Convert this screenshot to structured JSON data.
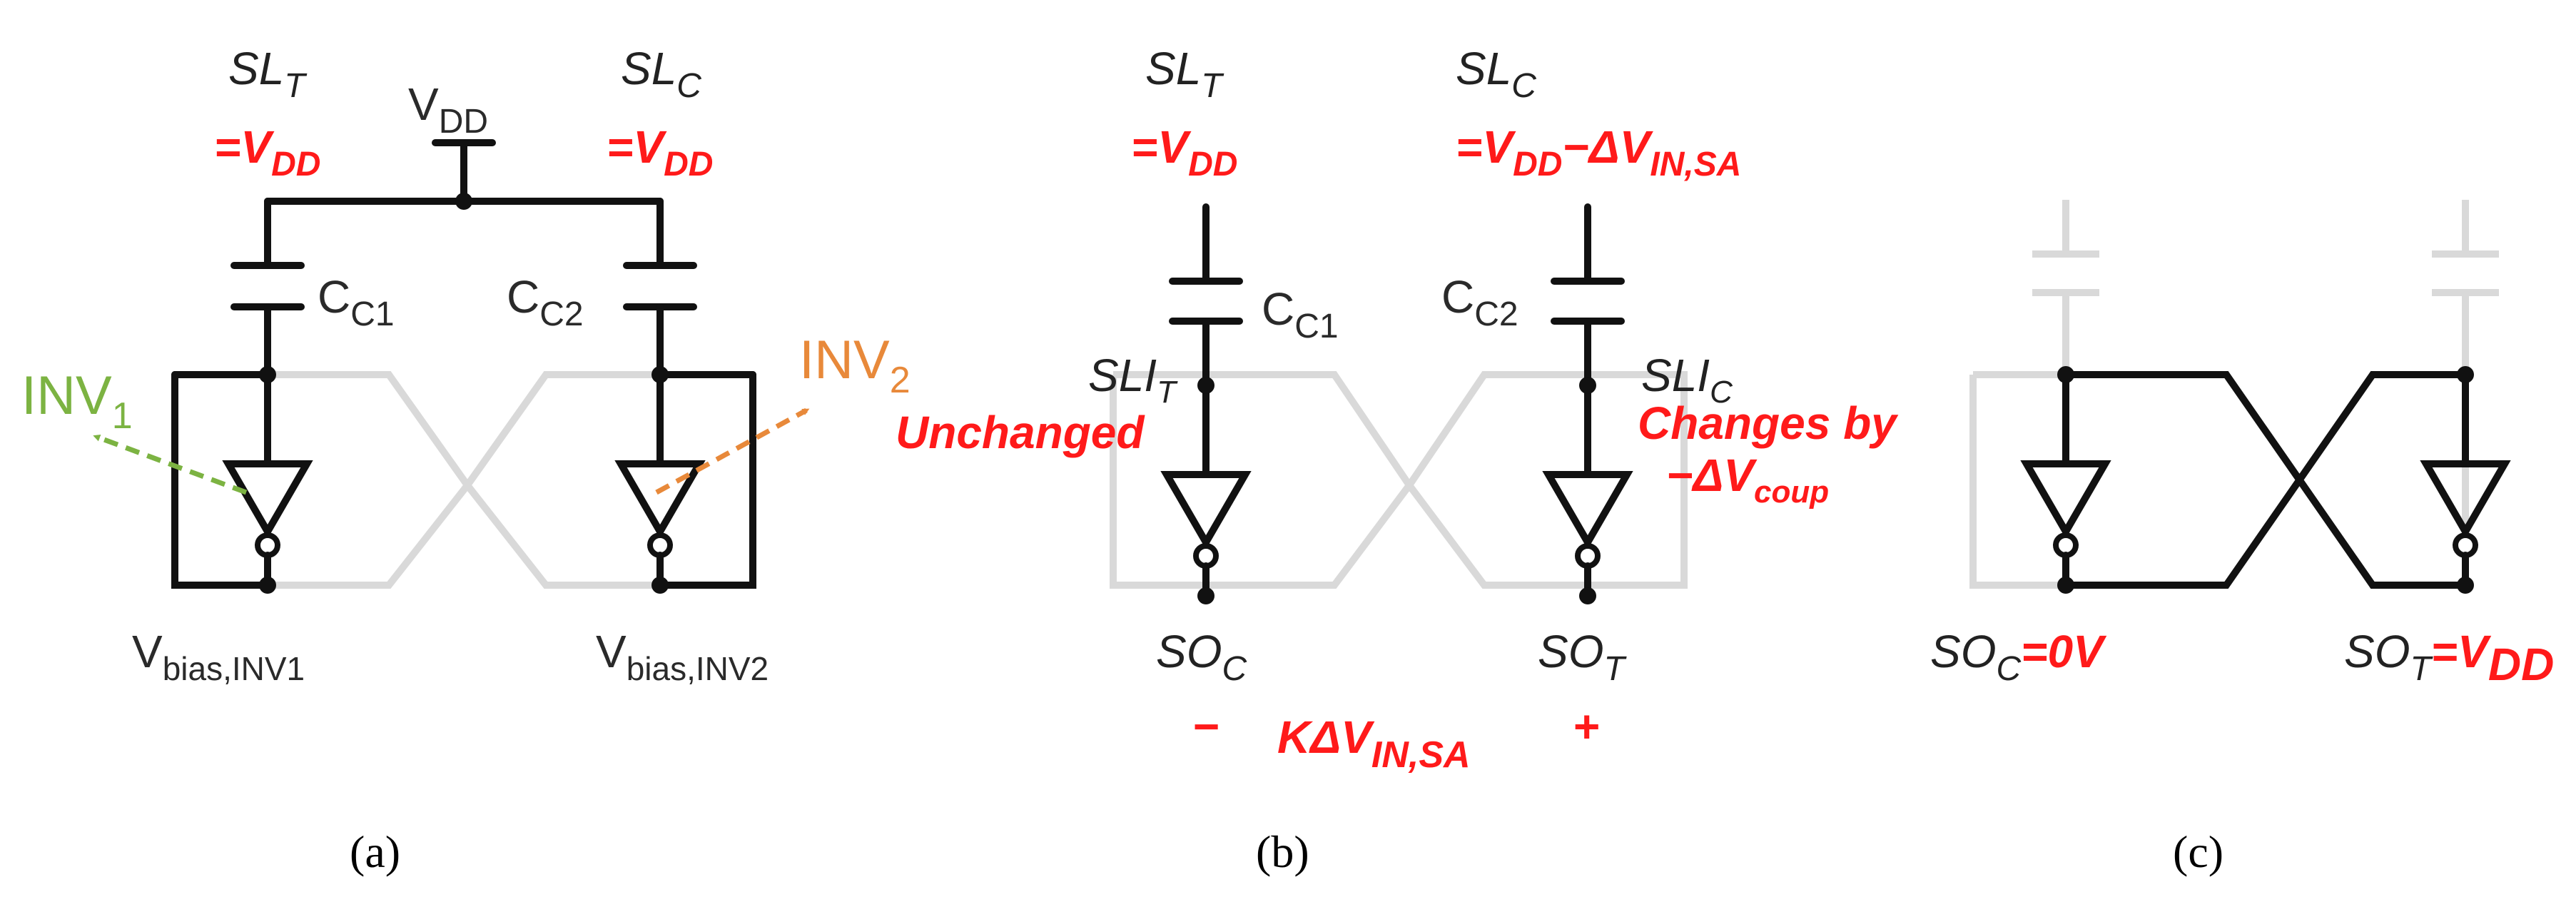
{
  "panels": {
    "a": {
      "caption": "(a)",
      "sl_t": "SL",
      "sl_t_sub": "T",
      "sl_t_val": "=V",
      "sl_t_val_sub": "DD",
      "vdd": "V",
      "vdd_sub": "DD",
      "sl_c": "SL",
      "sl_c_sub": "C",
      "sl_c_val": "=V",
      "sl_c_val_sub": "DD",
      "cc1": "C",
      "cc1_sub": "C1",
      "cc2": "C",
      "cc2_sub": "C2",
      "inv1": "INV",
      "inv1_sub": "1",
      "inv2": "INV",
      "inv2_sub": "2",
      "vbias1": "V",
      "vbias1_sub": "bias,INV1",
      "vbias2": "V",
      "vbias2_sub": "bias,INV2"
    },
    "b": {
      "caption": "(b)",
      "sl_t": "SL",
      "sl_t_sub": "T",
      "sl_t_val": "=V",
      "sl_t_val_sub": "DD",
      "sl_c": "SL",
      "sl_c_sub": "C",
      "sl_c_val": "=V",
      "sl_c_val_sub": "DD",
      "sl_c_val_mid": "−ΔV",
      "sl_c_val_sub2": "IN,SA",
      "cc1": "C",
      "cc1_sub": "C1",
      "cc2": "C",
      "cc2_sub": "C2",
      "sli_t": "SLI",
      "sli_t_sub": "T",
      "sli_c": "SLI",
      "sli_c_sub": "C",
      "unchanged": "Unchanged",
      "changes_by": "Changes by",
      "dvcoup": "−ΔV",
      "dvcoup_sub": "coup",
      "so_c": "SO",
      "so_c_sub": "C",
      "so_t": "SO",
      "so_t_sub": "T",
      "minus": "−",
      "plus": "+",
      "kdv": "KΔV",
      "kdv_sub": "IN,SA"
    },
    "c": {
      "caption": "(c)",
      "so_c": "SO",
      "so_c_sub": "C",
      "so_c_val": "=0V",
      "so_t": "SO",
      "so_t_sub": "T",
      "so_t_val": "=V",
      "so_t_val_sub": "DD"
    }
  },
  "colors": {
    "wire": "#111111",
    "ghost": "#d9d9d9",
    "highlight_red": "#ff1a1a",
    "inv1_green": "#7cb342",
    "inv2_orange": "#e8893a"
  }
}
